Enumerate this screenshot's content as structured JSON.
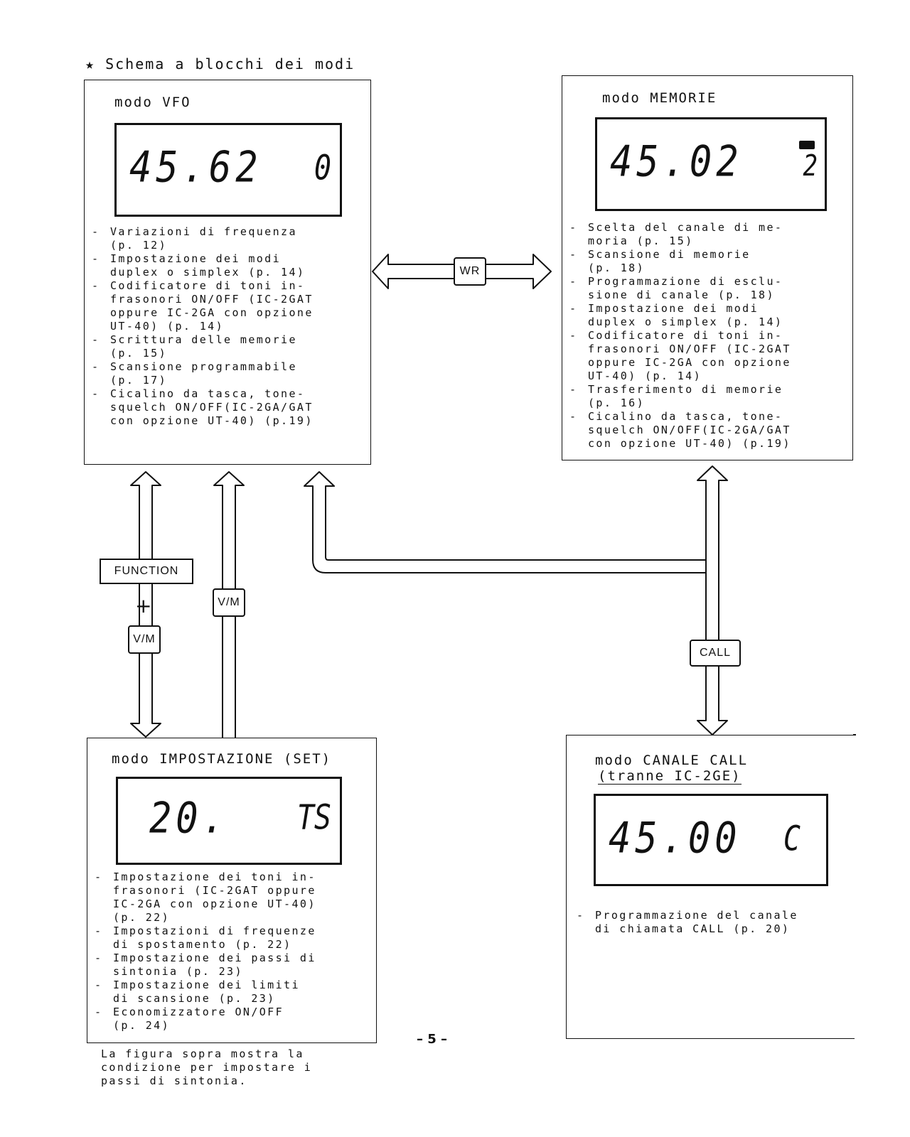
{
  "title": "★ Schema a blocchi dei modi",
  "vfo": {
    "title": "modo VFO",
    "display": {
      "main": "45.62",
      "right": "0"
    },
    "items": [
      "Variazioni di frequenza\n(p. 12)",
      "Impostazione dei modi\nduplex o simplex (p. 14)",
      "Codificatore di toni in-\nfrasonori ON/OFF (IC-2GAT\noppure IC-2GA con opzione\nUT-40) (p. 14)",
      "Scrittura delle memorie\n(p. 15)",
      "Scansione programmabile\n(p. 17)",
      "Cicalino da tasca, tone-\nsquelch ON/OFF(IC-2GA/GAT\ncon opzione UT-40) (p.19)"
    ]
  },
  "memorie": {
    "title": "modo MEMORIE",
    "display": {
      "main": "45.02",
      "right": "2"
    },
    "items": [
      "Scelta del canale di me-\nmoria (p. 15)",
      "Scansione di memorie\n(p. 18)",
      "Programmazione di esclu-\nsione di canale (p. 18)",
      "Impostazione dei modi\nduplex o simplex (p. 14)",
      "Codificatore di toni in-\nfrasonori ON/OFF (IC-2GAT\noppure IC-2GA con opzione\nUT-40) (p. 14)",
      "Trasferimento di memorie\n(p. 16)",
      "Cicalino da tasca, tone-\nsquelch ON/OFF(IC-2GA/GAT\ncon opzione UT-40) (p.19)"
    ]
  },
  "set": {
    "title": "modo IMPOSTAZIONE (SET)",
    "display": {
      "main": "20.",
      "right": "TS"
    },
    "items": [
      "Impostazione dei toni in-\nfrasonori (IC-2GAT oppure\nIC-2GA con opzione UT-40)\n(p. 22)",
      "Impostazioni di frequenze\ndi spostamento (p. 22)",
      "Impostazione dei passi di\nsintonia (p. 23)",
      "Impostazione dei limiti\ndi scansione (p. 23)",
      "Economizzatore ON/OFF\n(p. 24)"
    ],
    "caption": "La figura sopra mostra la\ncondizione per impostare i\npassi di sintonia."
  },
  "call": {
    "title": "modo CANALE CALL",
    "subtitle": "(tranne IC-2GE)",
    "display": {
      "main": "45.00",
      "right": "C"
    },
    "items": [
      "Programmazione del canale\ndi chiamata CALL (p. 20)"
    ]
  },
  "keys": {
    "wr": "WR",
    "function": "FUNCTION",
    "plus": "+",
    "vm1": "V/M",
    "vm2": "V/M",
    "call": "CALL"
  },
  "page_number": "– 5 –"
}
